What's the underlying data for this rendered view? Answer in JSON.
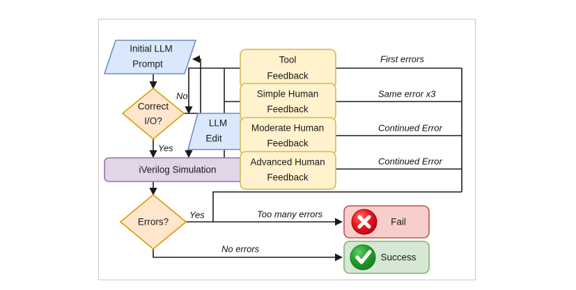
{
  "diagram": {
    "title": "LLM Verilog generation feedback loop flowchart",
    "nodes": {
      "initial_prompt": {
        "line1": "Initial LLM",
        "line2": "Prompt",
        "shape": "parallelogram",
        "fill": "#dae8fc",
        "stroke": "#6c8ebf"
      },
      "correct_io": {
        "line1": "Correct",
        "line2": "I/O?",
        "shape": "diamond",
        "fill": "#ffe6cc",
        "stroke": "#d79b00"
      },
      "llm_edit": {
        "line1": "LLM",
        "line2": "Edit",
        "shape": "parallelogram",
        "fill": "#dae8fc",
        "stroke": "#6c8ebf"
      },
      "iverilog": {
        "label": "iVerilog Simulation",
        "shape": "rectangle",
        "fill": "#e1d5e7",
        "stroke": "#9673a6"
      },
      "errors": {
        "label": "Errors?",
        "shape": "diamond",
        "fill": "#ffe6cc",
        "stroke": "#d79b00"
      },
      "tool_feedback": {
        "line1": "Tool",
        "line2": "Feedback",
        "shape": "rounded-rectangle",
        "fill": "#fff2cc",
        "stroke": "#d6b656"
      },
      "simple_human_feedback": {
        "line1": "Simple Human",
        "line2": "Feedback",
        "shape": "rounded-rectangle",
        "fill": "#fff2cc",
        "stroke": "#d6b656"
      },
      "moderate_human_feedback": {
        "line1": "Moderate Human",
        "line2": "Feedback",
        "shape": "rounded-rectangle",
        "fill": "#fff2cc",
        "stroke": "#d6b656"
      },
      "advanced_human_feedback": {
        "line1": "Advanced Human",
        "line2": "Feedback",
        "shape": "rounded-rectangle",
        "fill": "#fff2cc",
        "stroke": "#d6b656"
      },
      "fail": {
        "label": "Fail",
        "icon": "error-circle-x-icon",
        "shape": "rounded-rectangle",
        "fill": "#f8cecc",
        "stroke": "#b85450",
        "icon_fill": "#e8000d"
      },
      "success": {
        "label": "Success",
        "icon": "success-circle-check-icon",
        "shape": "rounded-rectangle",
        "fill": "#d5e8d4",
        "stroke": "#82b366",
        "icon_fill": "#1fa32a"
      }
    },
    "edge_labels": {
      "no": "No",
      "yes_correct": "Yes",
      "yes_errors": "Yes",
      "no_errors": "No errors",
      "too_many_errors": "Too many errors",
      "first_errors": "First errors",
      "same_error_x3": "Same error x3",
      "continued_error_moderate": "Continued Error",
      "continued_error_advanced": "Continued Error"
    }
  }
}
